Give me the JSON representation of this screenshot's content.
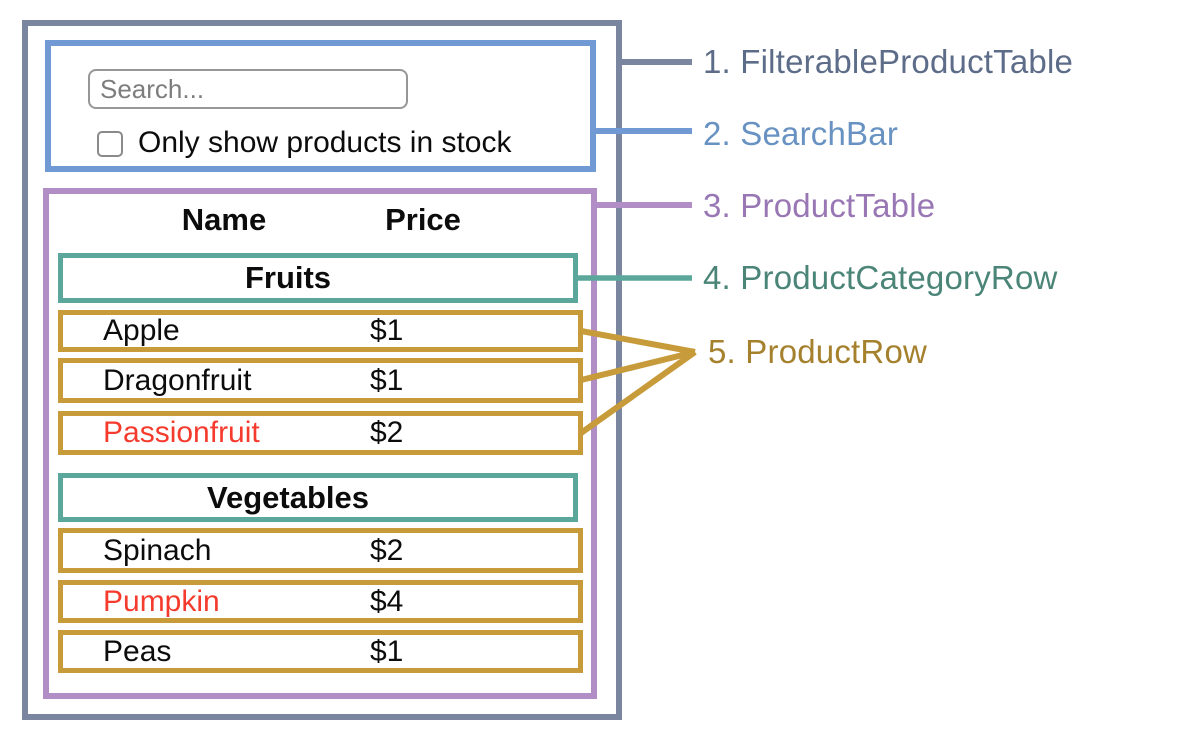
{
  "search_bar": {
    "search_placeholder": "Search...",
    "checkbox_label": "Only show products in stock",
    "checkbox_checked": false
  },
  "product_table": {
    "columns": [
      "Name",
      "Price"
    ],
    "sections": [
      {
        "category": "Fruits",
        "rows": [
          {
            "name": "Apple",
            "price": "$1",
            "highlighted": false
          },
          {
            "name": "Dragonfruit",
            "price": "$1",
            "highlighted": false
          },
          {
            "name": "Passionfruit",
            "price": "$2",
            "highlighted": true
          }
        ]
      },
      {
        "category": "Vegetables",
        "rows": [
          {
            "name": "Spinach",
            "price": "$2",
            "highlighted": false
          },
          {
            "name": "Pumpkin",
            "price": "$4",
            "highlighted": true
          },
          {
            "name": "Peas",
            "price": "$1",
            "highlighted": false
          }
        ]
      }
    ]
  },
  "legend": [
    {
      "label": "1. FilterableProductTable",
      "color": "#5d6c88"
    },
    {
      "label": "2. SearchBar",
      "color": "#6792c2"
    },
    {
      "label": "3. ProductTable",
      "color": "#9877b4"
    },
    {
      "label": "4. ProductCategoryRow",
      "color": "#4b8578"
    },
    {
      "label": "5. ProductRow",
      "color": "#a5812e"
    }
  ],
  "colors": {
    "filterable_product_table_border": "#7a86a0",
    "search_bar_border": "#7199d4",
    "product_table_border": "#b18ec6",
    "product_category_row_border": "#5ba79c",
    "product_row_border": "#c79b3a",
    "highlighted_text": "#f53b2d"
  }
}
